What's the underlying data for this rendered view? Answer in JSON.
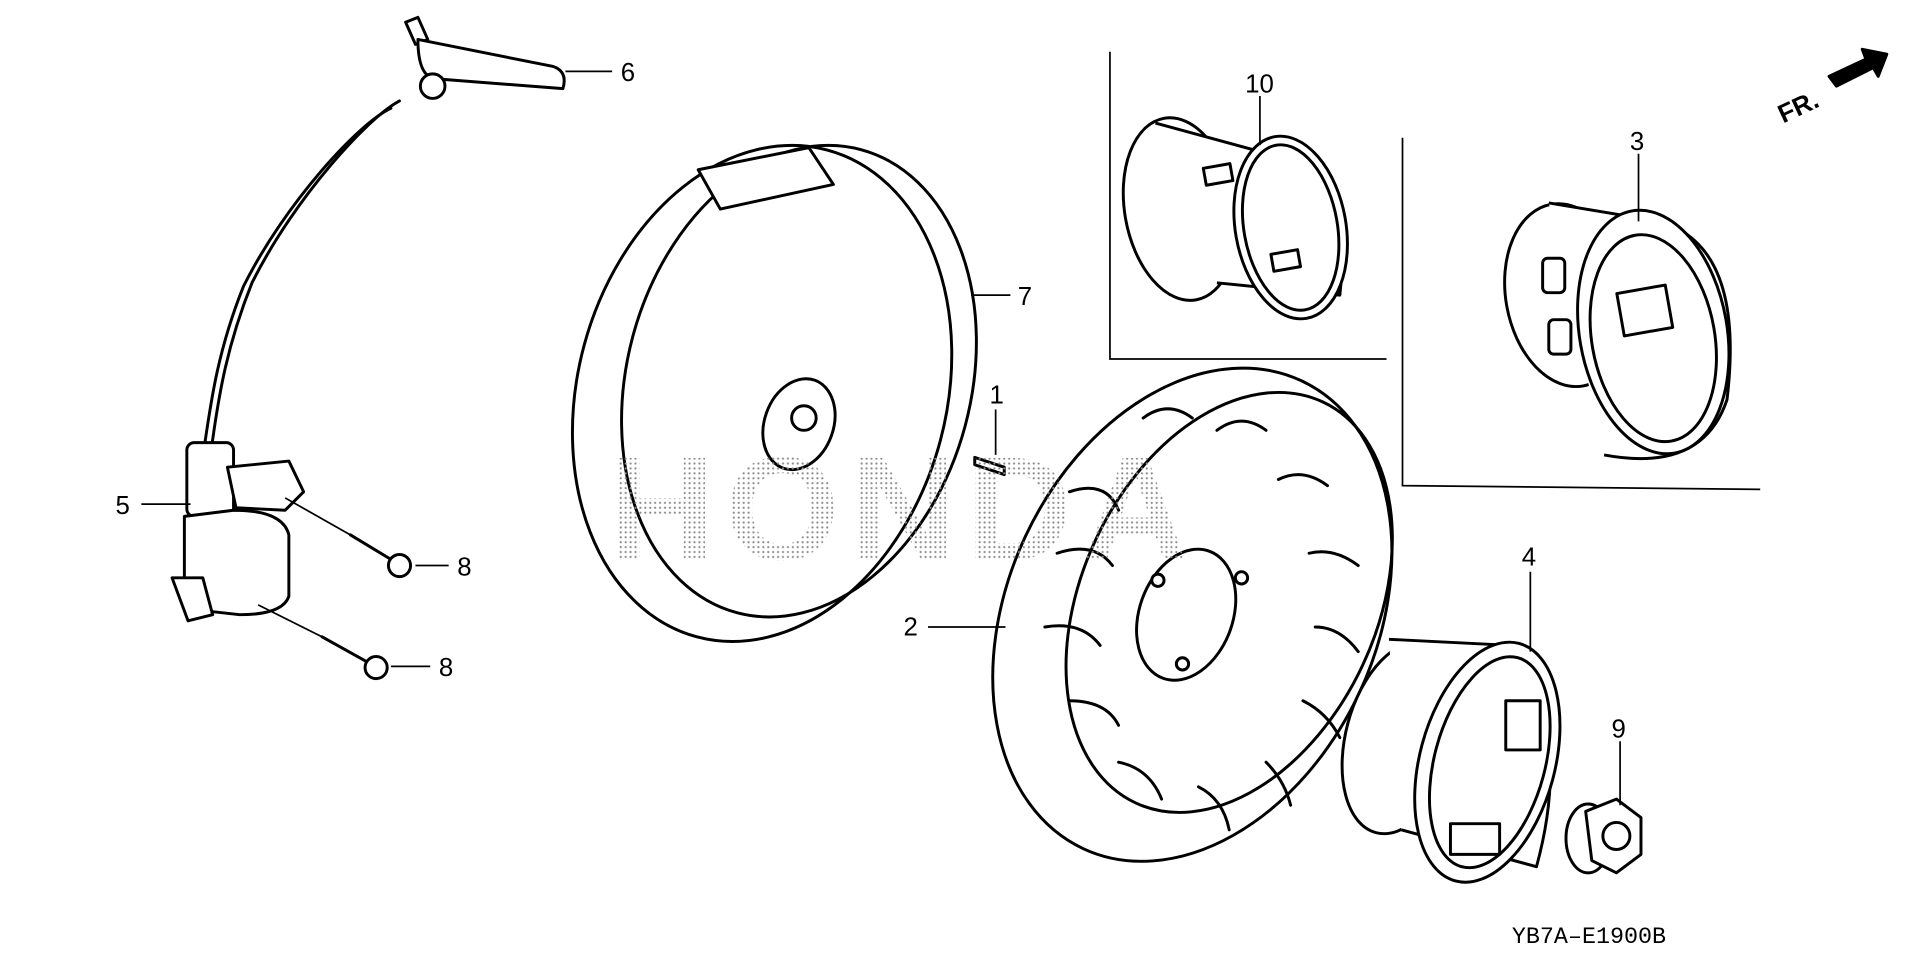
{
  "diagram": {
    "title_code": "YB7A–E1900B",
    "direction_label": "FR.",
    "watermark": "HONDA",
    "callouts": [
      "1",
      "2",
      "3",
      "4",
      "5",
      "6",
      "7",
      "8",
      "8",
      "9",
      "10"
    ],
    "colors": {
      "line": "#000000",
      "background": "#ffffff"
    }
  }
}
